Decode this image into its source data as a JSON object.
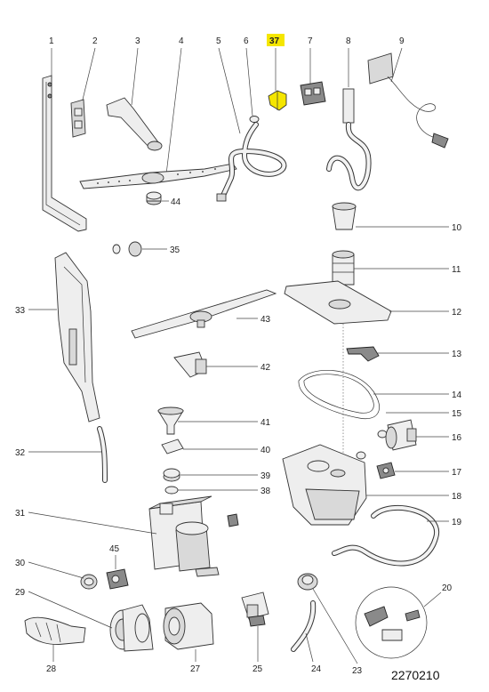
{
  "diagram": {
    "document_number": "2270210",
    "highlighted_label": "37",
    "highlight_color": "#f5e600",
    "labels": {
      "l1": "1",
      "l2": "2",
      "l3": "3",
      "l4": "4",
      "l5": "5",
      "l6": "6",
      "l37": "37",
      "l7": "7",
      "l8": "8",
      "l9": "9",
      "l10": "10",
      "l11": "11",
      "l12": "12",
      "l13": "13",
      "l14": "14",
      "l15": "15",
      "l16": "16",
      "l17": "17",
      "l18": "18",
      "l19": "19",
      "l20": "20",
      "l23": "23",
      "l24": "24",
      "l25": "25",
      "l27": "27",
      "l28": "28",
      "l29": "29",
      "l30": "30",
      "l31": "31",
      "l32": "32",
      "l33": "33",
      "l35": "35",
      "l38": "38",
      "l39": "39",
      "l40": "40",
      "l41": "41",
      "l42": "42",
      "l43": "43",
      "l44": "44",
      "l45": "45"
    }
  }
}
